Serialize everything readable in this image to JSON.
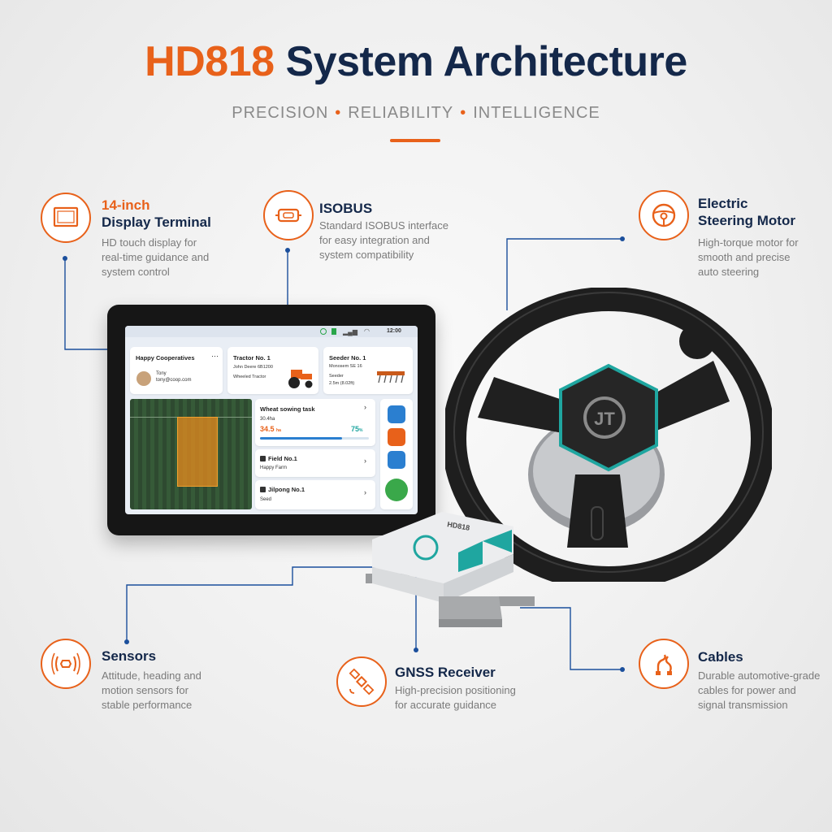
{
  "header": {
    "title_brand": "HD818",
    "title_rest": "System Architecture",
    "tagline": [
      "PRECISION",
      "RELIABILITY",
      "INTELLIGENCE"
    ]
  },
  "features": {
    "display": {
      "title_accent": "14-inch",
      "title": "Display Terminal",
      "desc": [
        "HD touch display for",
        "real-time guidance and",
        "system control"
      ],
      "icon": "display-terminal-icon"
    },
    "isobus": {
      "title": "ISOBUS",
      "desc": [
        "Standard ISOBUS interface",
        "for easy integration and",
        "system compatibility"
      ],
      "icon": "connector-icon"
    },
    "steering": {
      "title": "Electric",
      "title2": "Steering Motor",
      "desc": [
        "High-torque motor for",
        "smooth and precise",
        "auto steering"
      ],
      "icon": "steering-wheel-icon"
    },
    "sensors": {
      "title": "Sensors",
      "desc": [
        "Attitude, heading and",
        "motion sensors for",
        "stable performance"
      ],
      "icon": "sensor-icon"
    },
    "gnss": {
      "title": "GNSS Receiver",
      "desc": [
        "High-precision positioning",
        "for accurate guidance"
      ],
      "icon": "satellite-icon"
    },
    "cables": {
      "title": "Cables",
      "desc": [
        "Durable automotive-grade",
        "cables for power and",
        "signal transmission"
      ],
      "icon": "cable-icon"
    }
  },
  "tablet_ui": {
    "coop_name": "Happy Cooperatives",
    "user_name": "Tony",
    "user_email": "tony@coop.com",
    "tractor_title": "Tractor No. 1",
    "tractor_model": "John Deere 6B1200",
    "tractor_type": "Wheeled Tractor",
    "seeder_title": "Seeder No. 1",
    "seeder_model": "Monosem SE 16",
    "seeder_type": "Seeder",
    "seeder_width": "2.5m (8.02ft)",
    "task_title": "Wheat sowing task",
    "task_area": "30.4ha",
    "task_done": "34.5",
    "task_done_unit": "ha",
    "task_percent": "75",
    "task_percent_unit": "%",
    "task_progress": 0.75,
    "field_title": "Field No.1",
    "field_farm": "Happy Farm",
    "seed_title": "Jilpong No.1",
    "seed_type": "Seed",
    "status_time": "12:00"
  },
  "receiver": {
    "label": "HD818"
  },
  "colors": {
    "accent": "#e8611a",
    "navy": "#14284a",
    "connector": "#1b4f9c",
    "teal": "#1fa6a0"
  }
}
